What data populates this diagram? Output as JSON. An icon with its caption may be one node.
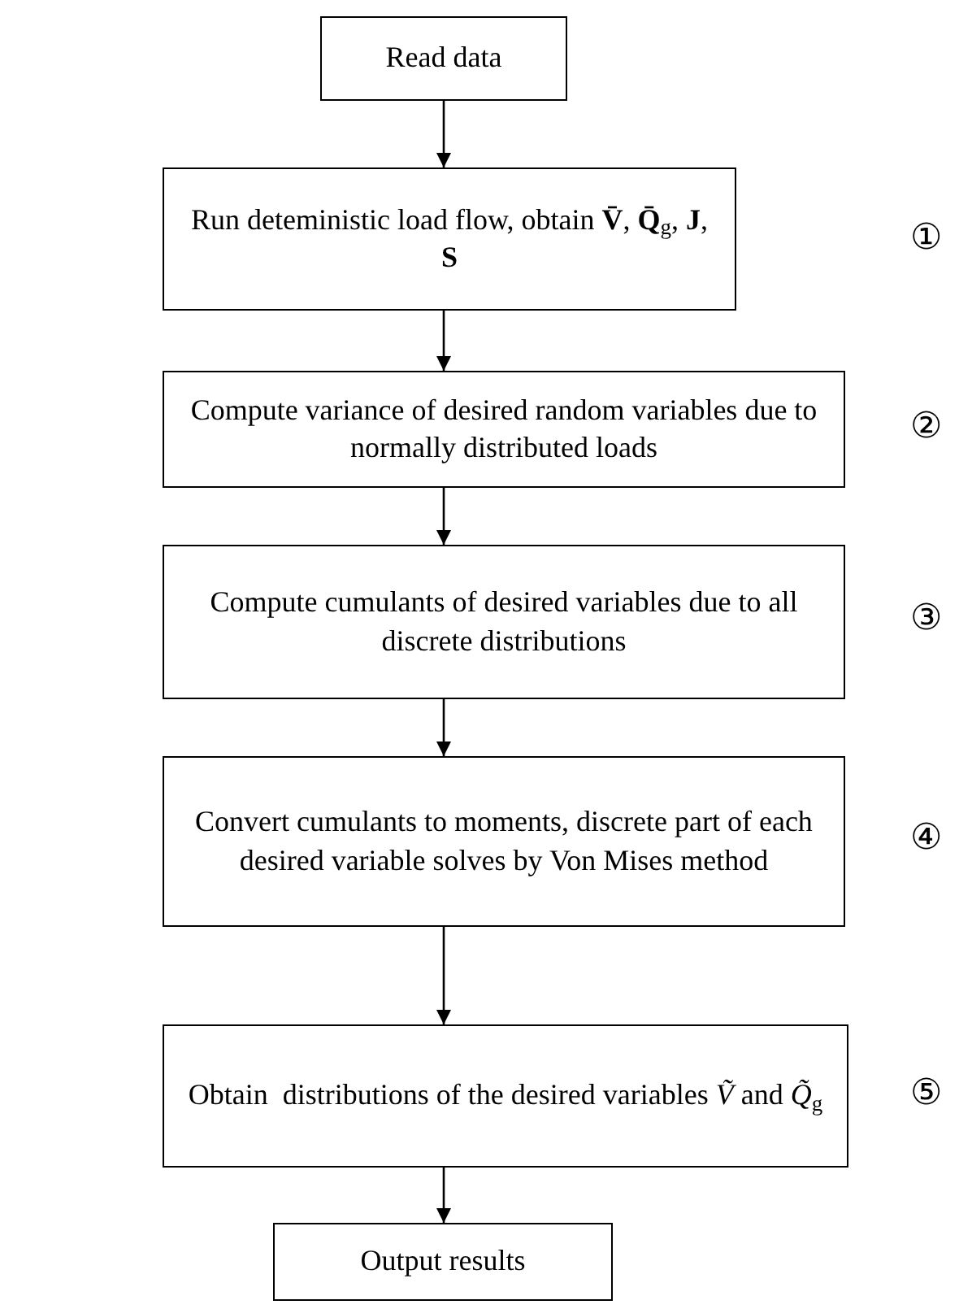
{
  "diagram": {
    "nodes": [
      {
        "text": [
          "Read data"
        ]
      },
      {
        "text": [
          "Run deteministic load flow, obtain **V̄**, **Q̄**$_{g}$, **J**, **S**"
        ]
      },
      {
        "text": [
          "Compute variance of desired random variables due to normally distributed loads"
        ]
      },
      {
        "text": [
          "Compute cumulants of desired variables due to all discrete distributions"
        ]
      },
      {
        "text": [
          "Convert cumulants to moments, discrete part of each desired variable solves by Von Mises method"
        ]
      },
      {
        "text": [
          "Obtain  distributions of the desired variables *Ṽ* and *Q̃*$_{g}$"
        ]
      },
      {
        "text": [
          "Output results"
        ]
      }
    ],
    "edges": [
      {
        "from": 0,
        "to": 1,
        "arrow": "to"
      },
      {
        "from": 1,
        "to": 2,
        "arrow": "to"
      },
      {
        "from": 2,
        "to": 3,
        "arrow": "to"
      },
      {
        "from": 3,
        "to": 4,
        "arrow": "to"
      },
      {
        "from": 4,
        "to": 5,
        "arrow": "to"
      },
      {
        "from": 5,
        "to": 6,
        "arrow": "to"
      }
    ],
    "labels": [
      "①",
      "②",
      "③",
      "④",
      "⑤"
    ]
  }
}
